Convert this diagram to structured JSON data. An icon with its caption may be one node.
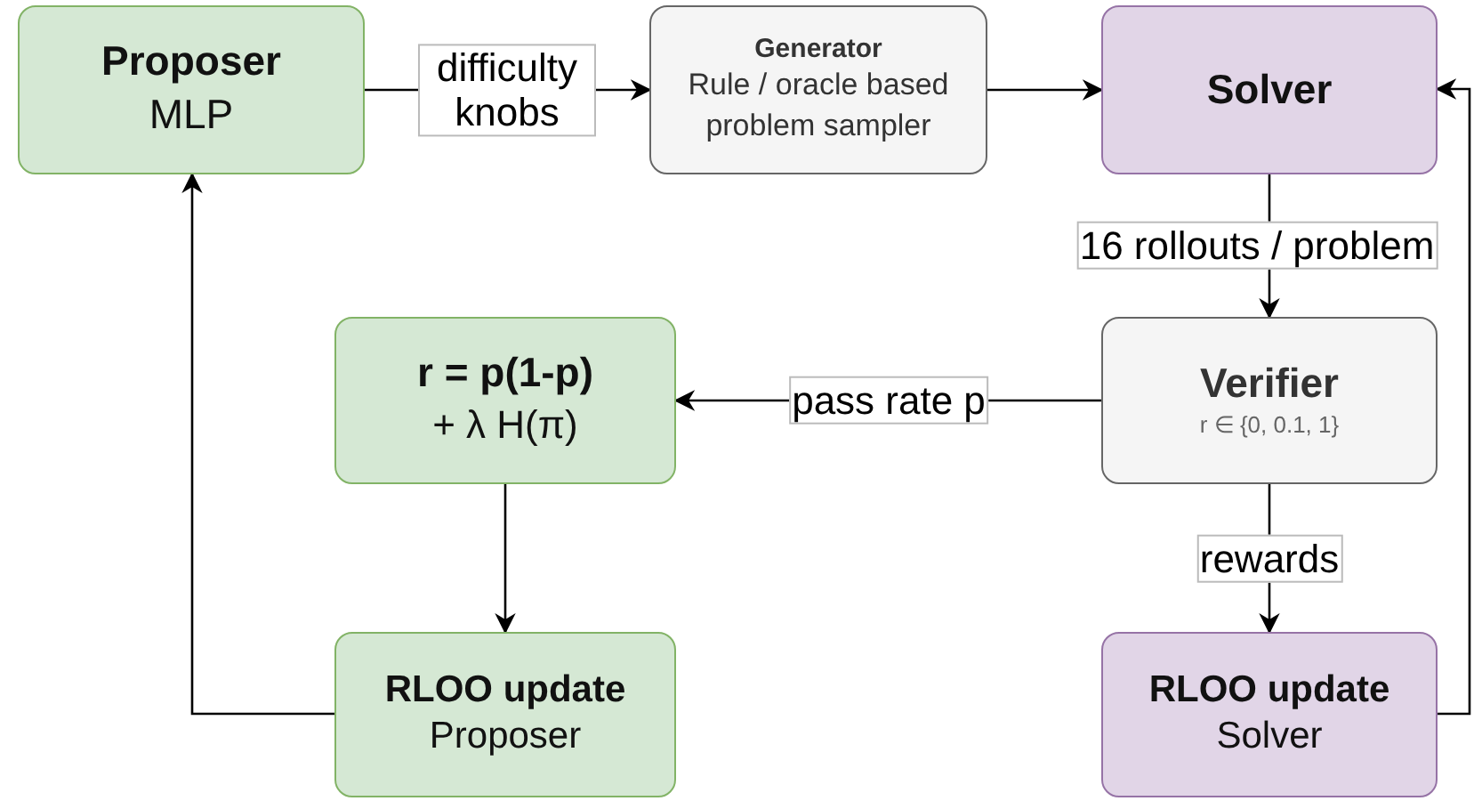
{
  "diagram": {
    "nodes": [
      {
        "text": [
          "Proposer",
          "MLP"
        ]
      },
      {
        "text": [
          "Generator",
          "Rule / oracle based problem sampler"
        ]
      },
      {
        "text": [
          "Solver"
        ]
      },
      {
        "text": [
          "r = p(1-p)",
          "+ λ H(π)"
        ]
      },
      {
        "text": [
          "Verifier",
          "r ∈ {0, 0.1, 1}"
        ]
      },
      {
        "text": [
          "RLOO update",
          "Proposer"
        ]
      },
      {
        "text": [
          "RLOO update",
          "Solver"
        ]
      }
    ],
    "edges": [
      {
        "from": 0,
        "to": 1,
        "arrow": "to",
        "label": "difficulty knobs"
      },
      {
        "from": 1,
        "to": 2,
        "arrow": "to"
      },
      {
        "from": 2,
        "to": 4,
        "arrow": "to",
        "label": "16 rollouts / problem"
      },
      {
        "from": 4,
        "to": 3,
        "arrow": "to",
        "label": "pass rate p"
      },
      {
        "from": 4,
        "to": 6,
        "arrow": "to",
        "label": "rewards"
      },
      {
        "from": 3,
        "to": 5,
        "arrow": "to"
      },
      {
        "from": 5,
        "to": 0,
        "arrow": "to"
      },
      {
        "from": 6,
        "to": 2,
        "arrow": "to"
      }
    ]
  }
}
